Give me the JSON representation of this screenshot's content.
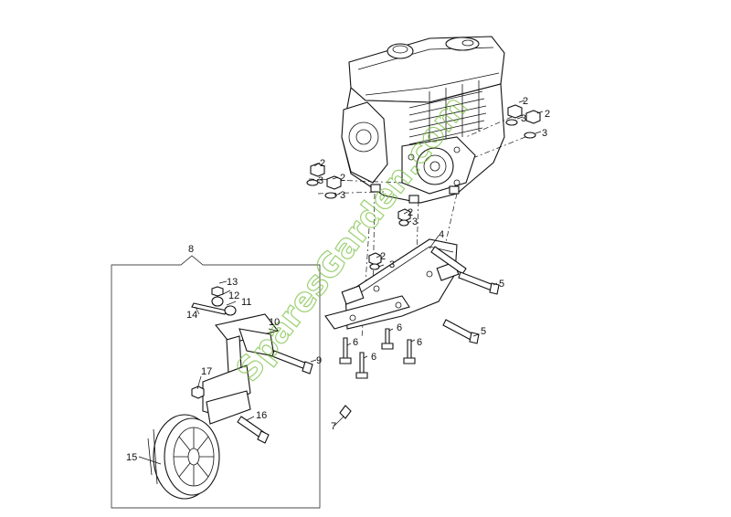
{
  "diagram": {
    "watermark": "SparesGarden.com",
    "callouts": {
      "c2a": "2",
      "c2b": "2",
      "c3a": "3",
      "c3b": "3",
      "c2c": "2",
      "c3c": "3",
      "c2d": "2",
      "c3d": "3",
      "c2e": "2",
      "c3e": "3",
      "c2f": "2",
      "c3f": "3",
      "c4": "4",
      "c5a": "5",
      "c5b": "5",
      "c6a": "6",
      "c6b": "6",
      "c6c": "6",
      "c6d": "6",
      "c7": "7",
      "c8": "8",
      "c9": "9",
      "c10": "10",
      "c11": "11",
      "c12": "12",
      "c13": "13",
      "c14": "14",
      "c15": "15",
      "c16": "16",
      "c17": "17"
    }
  }
}
